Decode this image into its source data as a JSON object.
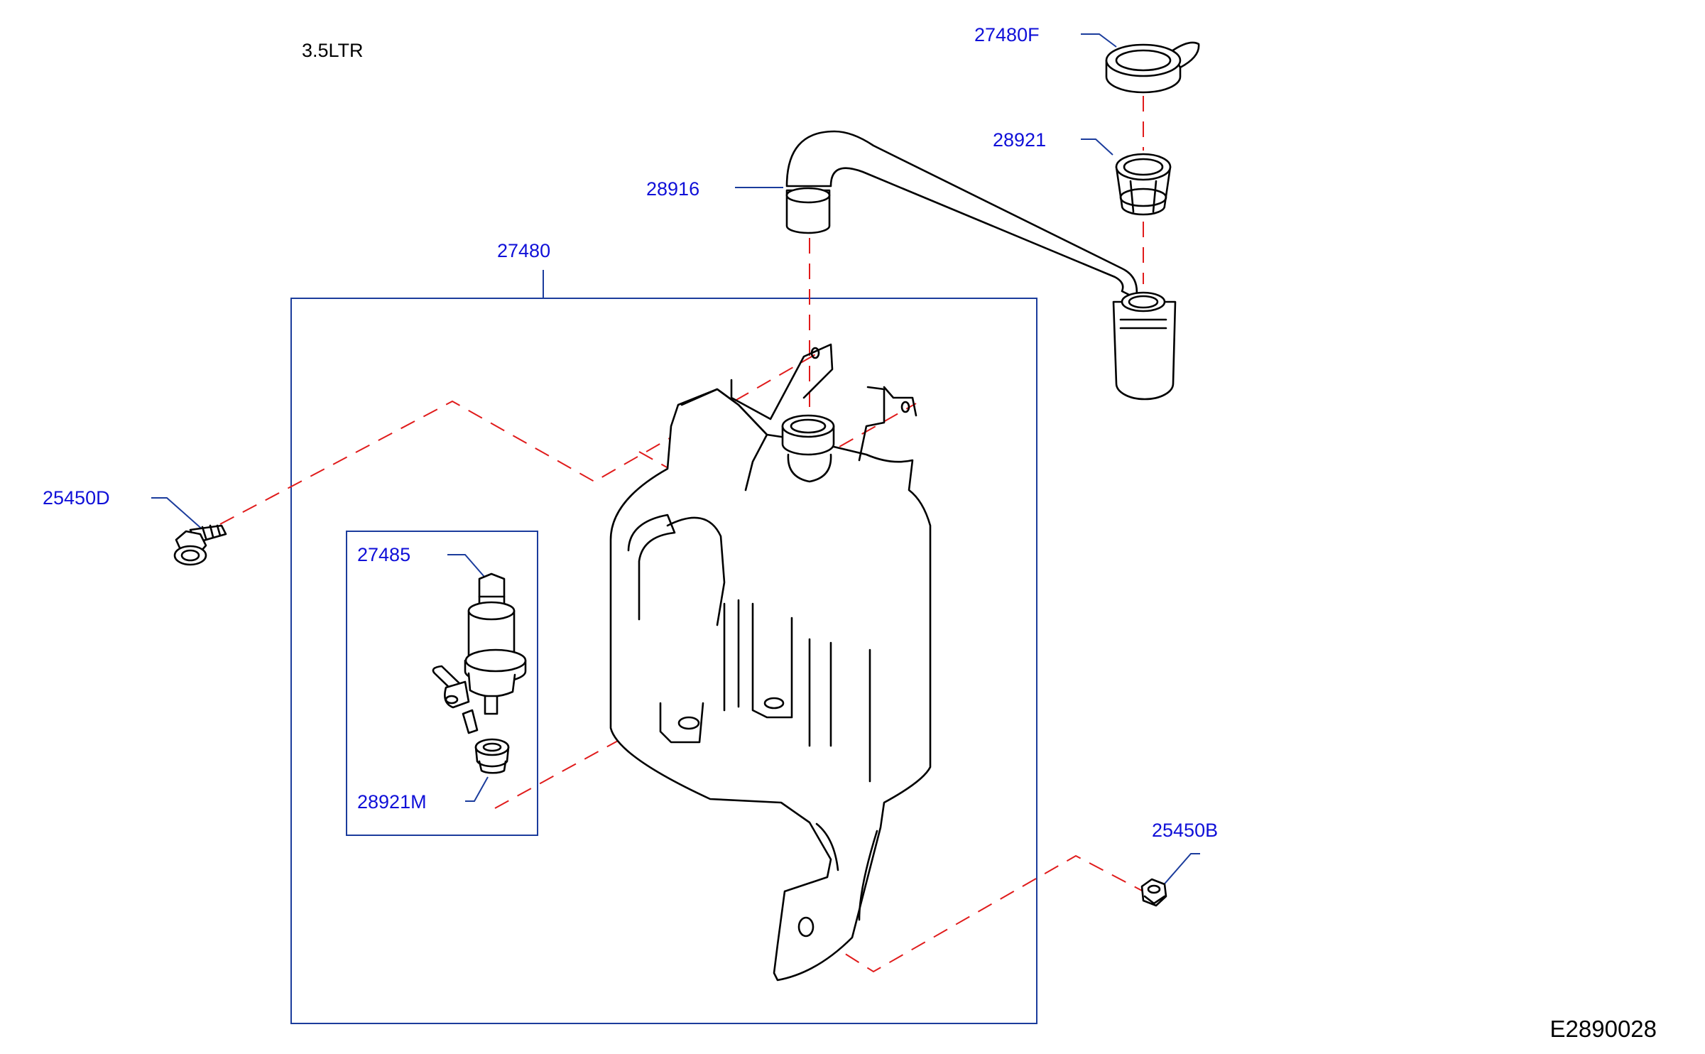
{
  "header": {
    "variant": "3.5LTR"
  },
  "footer": {
    "diagram_code": "E2890028"
  },
  "callouts": {
    "cap": "27480F",
    "filler_seal": "28921",
    "filler_tube": "28916",
    "tank_assembly": "27480",
    "bolt": "25450D",
    "pump": "27485",
    "pump_seal": "28921M",
    "nut": "25450B"
  },
  "colors": {
    "callout_text": "#1010d8",
    "leader_line": "#1b3c9c",
    "assembly_dash": "#e01b1b",
    "part_outline": "#000000"
  }
}
